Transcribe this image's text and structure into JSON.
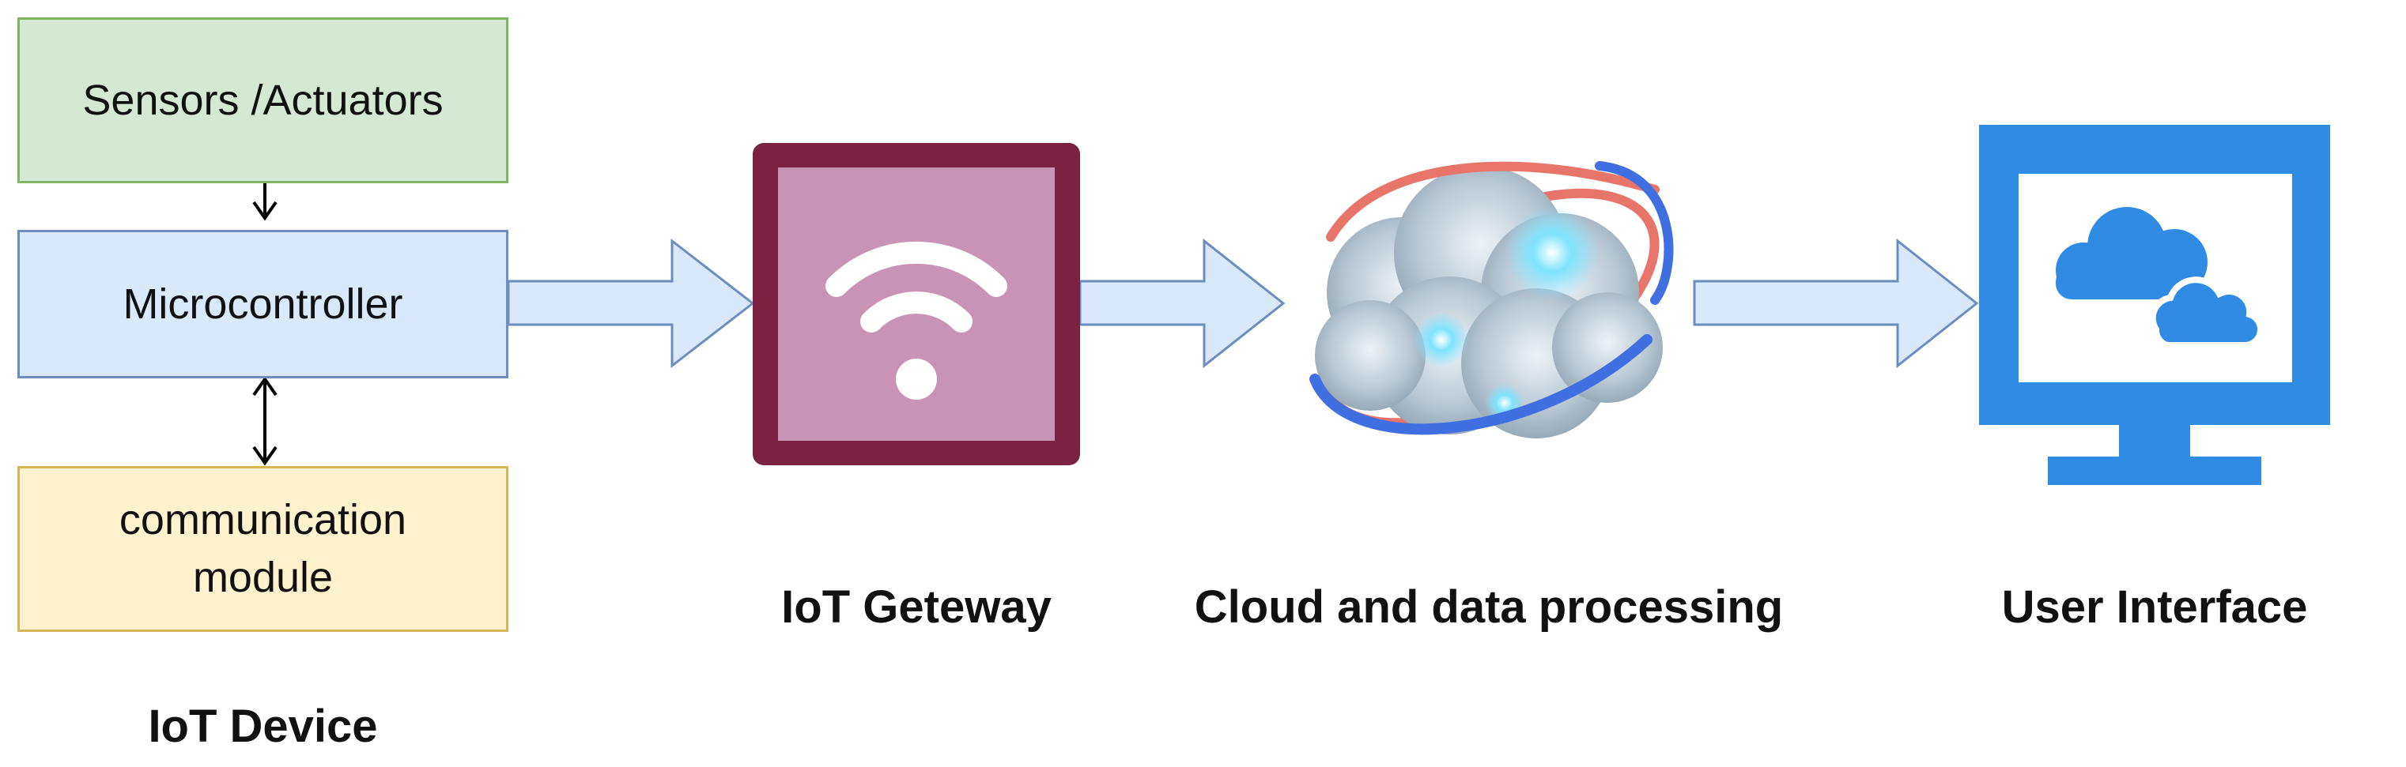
{
  "device": {
    "sensors_label": "Sensors /Actuators",
    "microcontroller_label": "Microcontroller",
    "comm_line1": "communication",
    "comm_line2": "module",
    "title": "IoT Device"
  },
  "gateway": {
    "title": "IoT Geteway",
    "icon": "wifi-icon"
  },
  "cloud": {
    "title": "Cloud and data processing",
    "icon": "cloud-orbit-icon"
  },
  "ui": {
    "title": "User Interface",
    "icon": "monitor-cloud-icon"
  },
  "colors": {
    "sensors_fill": "#d5e8d4",
    "sensors_border": "#82b366",
    "micro_fill": "#dae8fc",
    "micro_border": "#6c8ebf",
    "comm_fill": "#fff2cc",
    "comm_border": "#d6b656",
    "arrow_fill": "#dae8fc",
    "arrow_border": "#6c8ebf",
    "gateway_outer": "#7b2142",
    "gateway_inner": "#c893b4",
    "monitor_blue": "#2f8be4"
  }
}
